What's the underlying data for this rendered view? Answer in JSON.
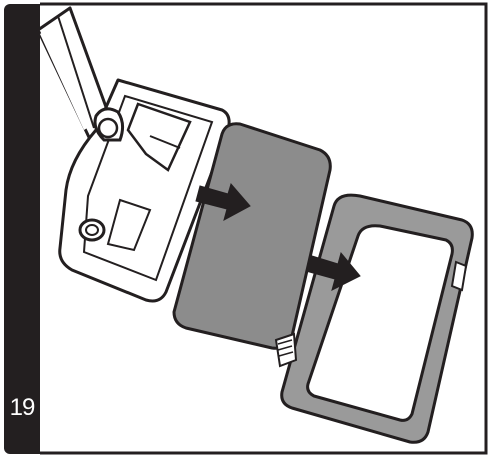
{
  "step": {
    "number": "19"
  },
  "colors": {
    "frame": "#231f20",
    "pad": "#8c8c8c",
    "cover": "#9a9a9a",
    "line": "#231f20"
  },
  "icons": [
    "steam-mop-head-illustration",
    "cleaning-pad-illustration",
    "pad-holder-frame-illustration",
    "arrow-right-icon",
    "arrow-right-icon"
  ]
}
